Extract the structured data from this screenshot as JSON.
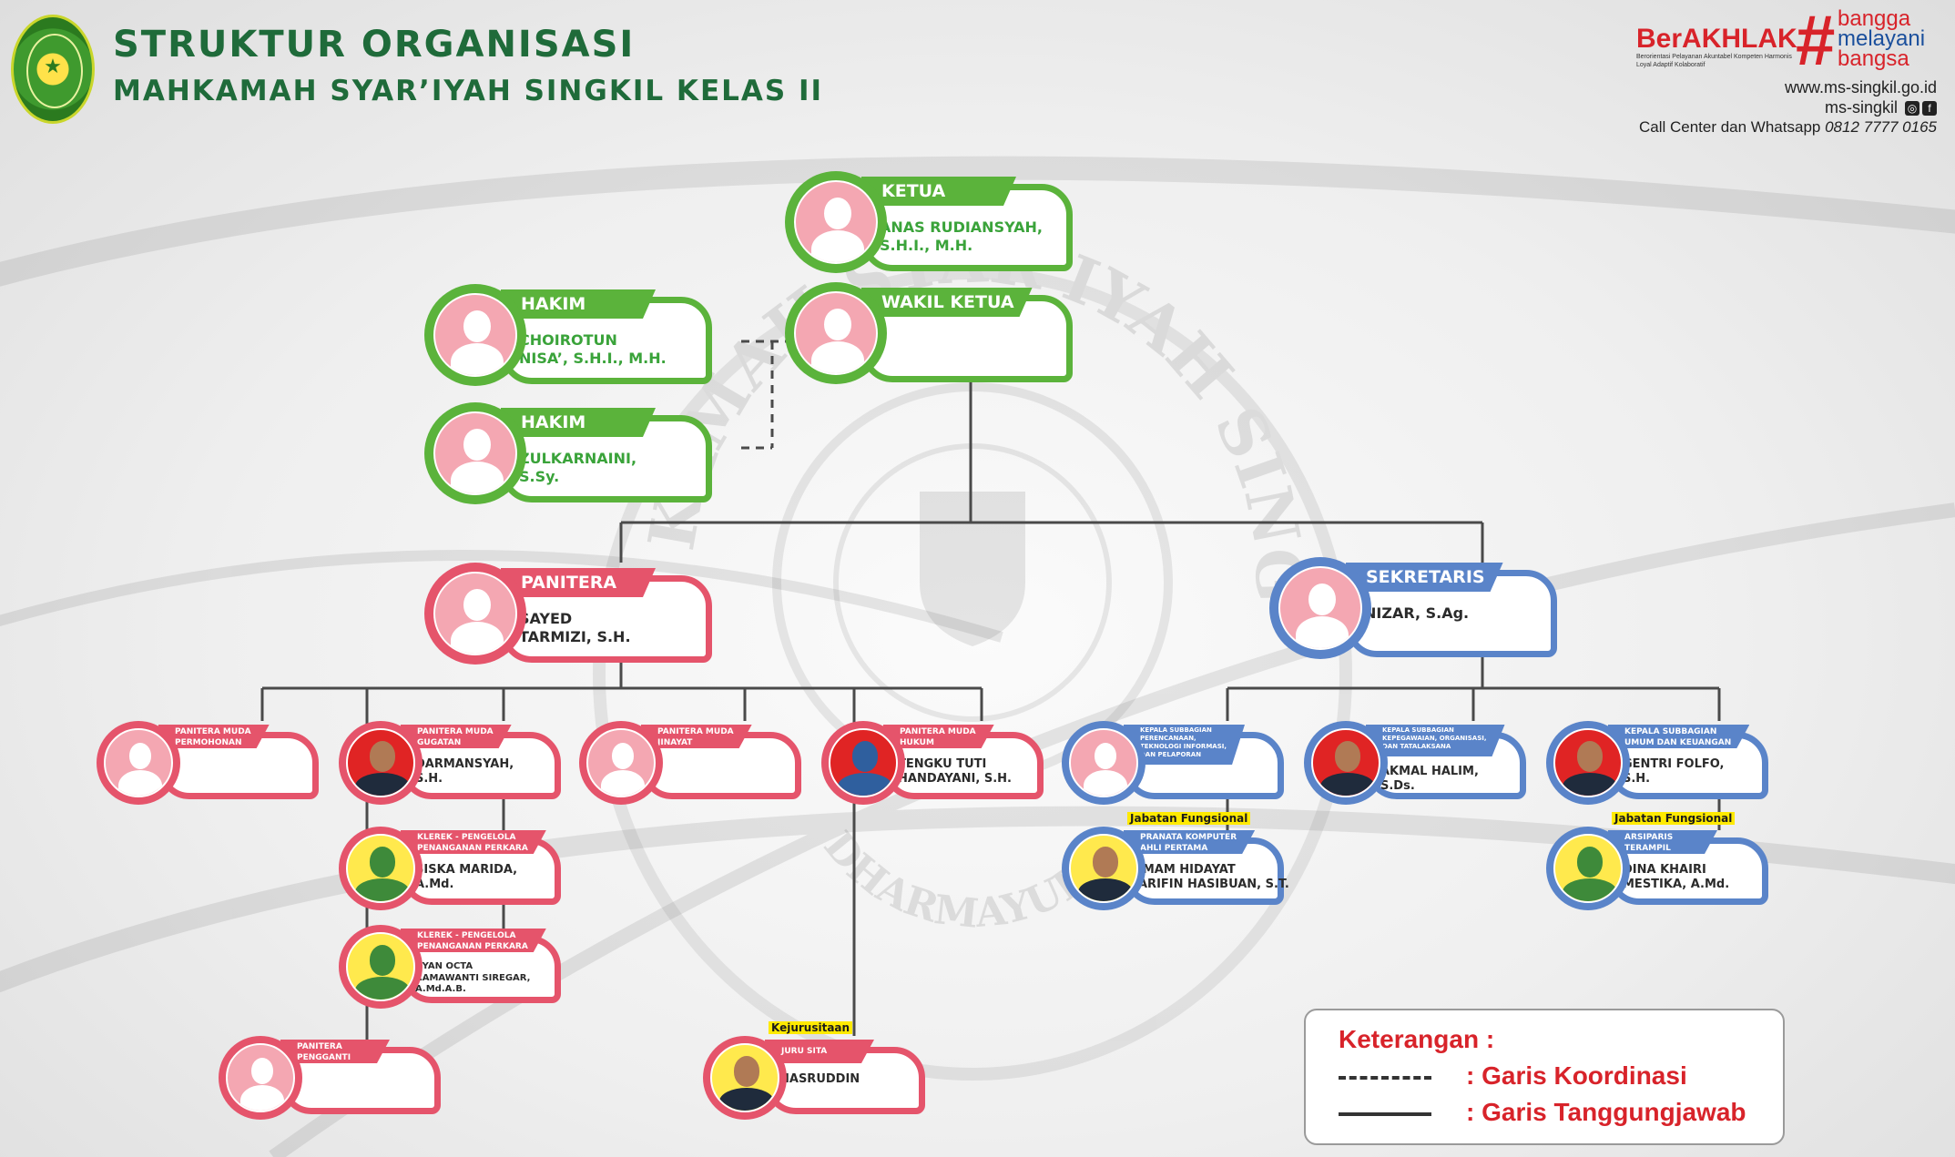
{
  "header": {
    "title_line1": "STRUKTUR ORGANISASI",
    "title_line2": "MAHKAMAH SYAR’IYAH SINGKIL KELAS II",
    "logo_icon": "court-seal-logo-icon",
    "brand": "BerAKHLAK",
    "brand_tagline": "Berorientasi Pelayanan Akuntabel Kompeten Harmonis Loyal Adaptif Kolaboratif",
    "hashtag_symbol": "#",
    "hashtag_words": [
      "bangga",
      "melayani",
      "bangsa"
    ],
    "website": "www.ms-singkil.go.id",
    "social": "ms-singkil",
    "callcenter_label": "Call Center dan Whatsapp",
    "callcenter_number": "0812 7777 0165"
  },
  "colors": {
    "green": "#5bb33b",
    "green_dark": "#1f6b3a",
    "pink": "#e5546b",
    "blue": "#5a84c9",
    "red": "#d8232a"
  },
  "nodes": {
    "ketua": {
      "role": "KETUA",
      "name": "ANAS RUDIANSYAH,\nS.H.I., M.H."
    },
    "wakil": {
      "role": "WAKIL KETUA",
      "name": ""
    },
    "hakim1": {
      "role": "HAKIM",
      "name": "CHOIROTUN\nNISA’, S.H.I., M.H."
    },
    "hakim2": {
      "role": "HAKIM",
      "name": "ZULKARNAINI,\nS.Sy."
    },
    "panitera": {
      "role": "PANITERA",
      "name": "SAYED\nTARMIZI, S.H."
    },
    "sekretaris": {
      "role": "SEKRETARIS",
      "name": "NIZAR, S.Ag."
    },
    "pm_permohonan": {
      "role": "PANITERA MUDA\nPERMOHONAN",
      "name": ""
    },
    "pm_gugatan": {
      "role": "PANITERA MUDA\nGUGATAN",
      "name": "DARMANSYAH,\nS.H."
    },
    "pm_jinayat": {
      "role": "PANITERA MUDA\nJINAYAT",
      "name": ""
    },
    "pm_hukum": {
      "role": "PANITERA MUDA\nHUKUM",
      "name": "TENGKU TUTI\nHANDAYANI, S.H."
    },
    "klerek1": {
      "role": "KLEREK - PENGELOLA\nPENANGANAN PERKARA",
      "name": "SISKA MARIDA,\nA.Md."
    },
    "klerek2": {
      "role": "KLEREK - PENGELOLA\nPENANGANAN PERKARA",
      "name": "DYAN OCTA\nRAMAWANTI SIREGAR,\nA.Md.A.B."
    },
    "pengganti": {
      "role": "PANITERA\nPENGGANTI",
      "name": ""
    },
    "jurusita": {
      "role": "JURU SITA",
      "name": "NASRUDDIN",
      "group": "Kejurusitaan"
    },
    "kasub_ptip": {
      "role": "KEPALA SUBBAGIAN\nPERENCANAAN,\nTEKNOLOGI INFORMASI,\nDAN PELAPORAN",
      "name": ""
    },
    "kasub_kepeg": {
      "role": "KEPALA SUBBAGIAN\nKEPEGAWAIAN, ORGANISASI,\nDAN TATALAKSANA",
      "name": "AKMAL HALIM,\nS.Ds."
    },
    "kasub_umum": {
      "role": "KEPALA SUBBAGIAN\nUMUM DAN KEUANGAN",
      "name": "GENTRI FOLFO,\nS.H."
    },
    "pranata": {
      "role": "PRANATA KOMPUTER\nAHLI PERTAMA",
      "name": "IMAM HIDAYAT\nARIFIN HASIBUAN, S.T.",
      "group": "Jabatan Fungsional"
    },
    "arsiparis": {
      "role": "ARSIPARIS\nTERAMPIL",
      "name": "DINA KHAIRI\nMESTIKA, A.Md.",
      "group": "Jabatan Fungsional"
    }
  },
  "watermark": {
    "text_top": "MAHKAMAH SYAR'IYAH SINGKIL",
    "text_bottom": "DHARMAYUKTI"
  },
  "legend": {
    "title": "Keterangan :",
    "dashed_label": ":  Garis Koordinasi",
    "solid_label": ":  Garis Tanggungjawab"
  }
}
